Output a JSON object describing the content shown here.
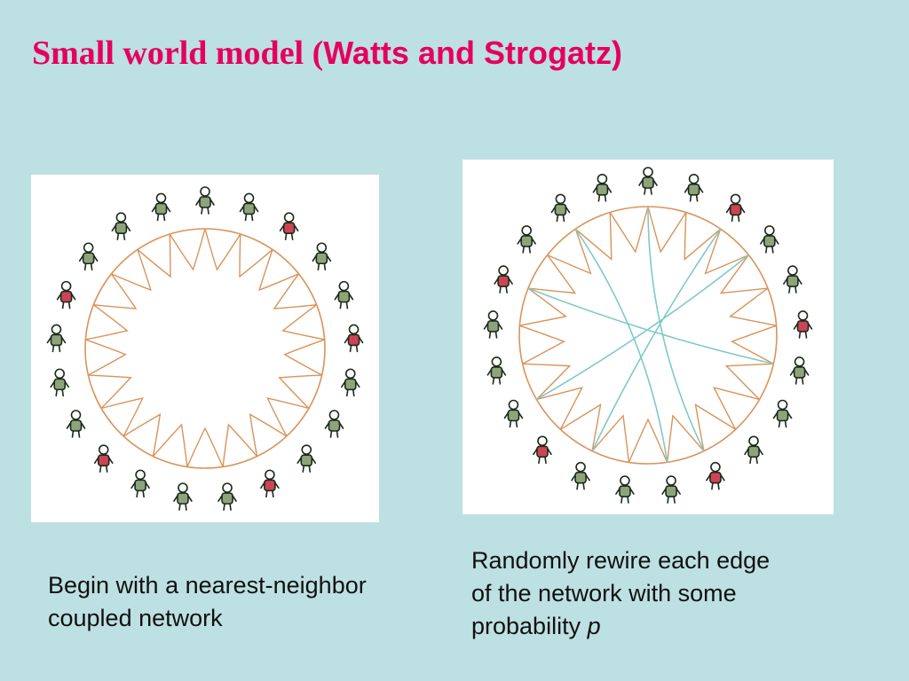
{
  "slide": {
    "title_part1": "Small world model (",
    "title_part2": "Watts and Strogatz)",
    "caption_left_line1": "Begin with a nearest-neighbor",
    "caption_left_line2": "coupled network",
    "caption_right_line1": "Randomly rewire each edge",
    "caption_right_line2": "of the network with some",
    "caption_right_line3_prefix": "probability ",
    "caption_right_line3_var": "p"
  },
  "colors": {
    "background": "#bde0e3",
    "title": "#e6005c",
    "ring_edges": "#d9935a",
    "rewired_edges": "#7fc9c9",
    "person_stroke": "#1a2a1a",
    "person_green": "#8fa37a",
    "person_red": "#cc4455"
  },
  "figures": {
    "left": {
      "nodes": [
        "green",
        "green",
        "red",
        "green",
        "green",
        "red",
        "green",
        "green",
        "green",
        "red",
        "green",
        "green",
        "green",
        "red",
        "green",
        "green",
        "green",
        "red",
        "green",
        "green",
        "green"
      ]
    },
    "right": {
      "nodes": [
        "green",
        "green",
        "red",
        "green",
        "green",
        "red",
        "green",
        "green",
        "green",
        "red",
        "green",
        "green",
        "green",
        "red",
        "green",
        "green",
        "green",
        "red",
        "green",
        "green",
        "green"
      ],
      "rewired": [
        [
          0,
          9
        ],
        [
          3,
          14
        ],
        [
          6,
          17
        ],
        [
          10,
          19
        ],
        [
          2,
          12
        ]
      ]
    }
  }
}
